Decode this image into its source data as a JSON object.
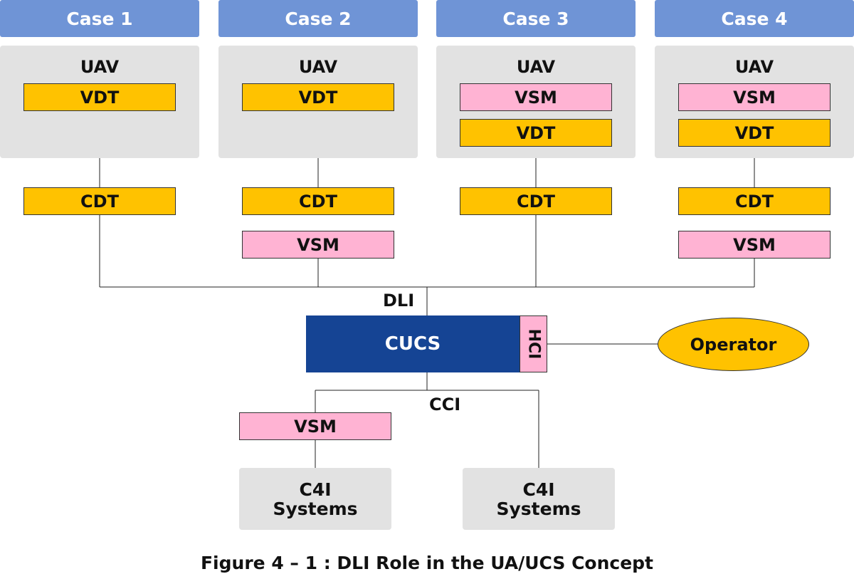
{
  "cases": [
    {
      "header": "Case 1",
      "uav_label": "UAV",
      "uav_boxes": [
        "VDT"
      ],
      "ground_boxes": [
        "CDT"
      ]
    },
    {
      "header": "Case 2",
      "uav_label": "UAV",
      "uav_boxes": [
        "VDT"
      ],
      "ground_boxes": [
        "CDT",
        "VSM"
      ]
    },
    {
      "header": "Case 3",
      "uav_label": "UAV",
      "uav_boxes": [
        "VSM",
        "VDT"
      ],
      "ground_boxes": [
        "CDT"
      ]
    },
    {
      "header": "Case 4",
      "uav_label": "UAV",
      "uav_boxes": [
        "VSM",
        "VDT"
      ],
      "ground_boxes": [
        "CDT",
        "VSM"
      ]
    }
  ],
  "dli_label": "DLI",
  "cucs_label": "CUCS",
  "hci_label": "HCI",
  "operator_label": "Operator",
  "cci_label": "CCI",
  "cci_vsm_label": "VSM",
  "c4i": [
    {
      "line1": "C4I",
      "line2": "Systems"
    },
    {
      "line1": "C4I",
      "line2": "Systems"
    }
  ],
  "caption": "Figure 4 – 1 : DLI Role in the UA/UCS Concept",
  "colors": {
    "header": "#6f94d6",
    "panel": "#e2e2e2",
    "vdt_cdt": "#ffc200",
    "vsm": "#ffb3d3",
    "cucs": "#154494",
    "operator": "#ffc200"
  }
}
